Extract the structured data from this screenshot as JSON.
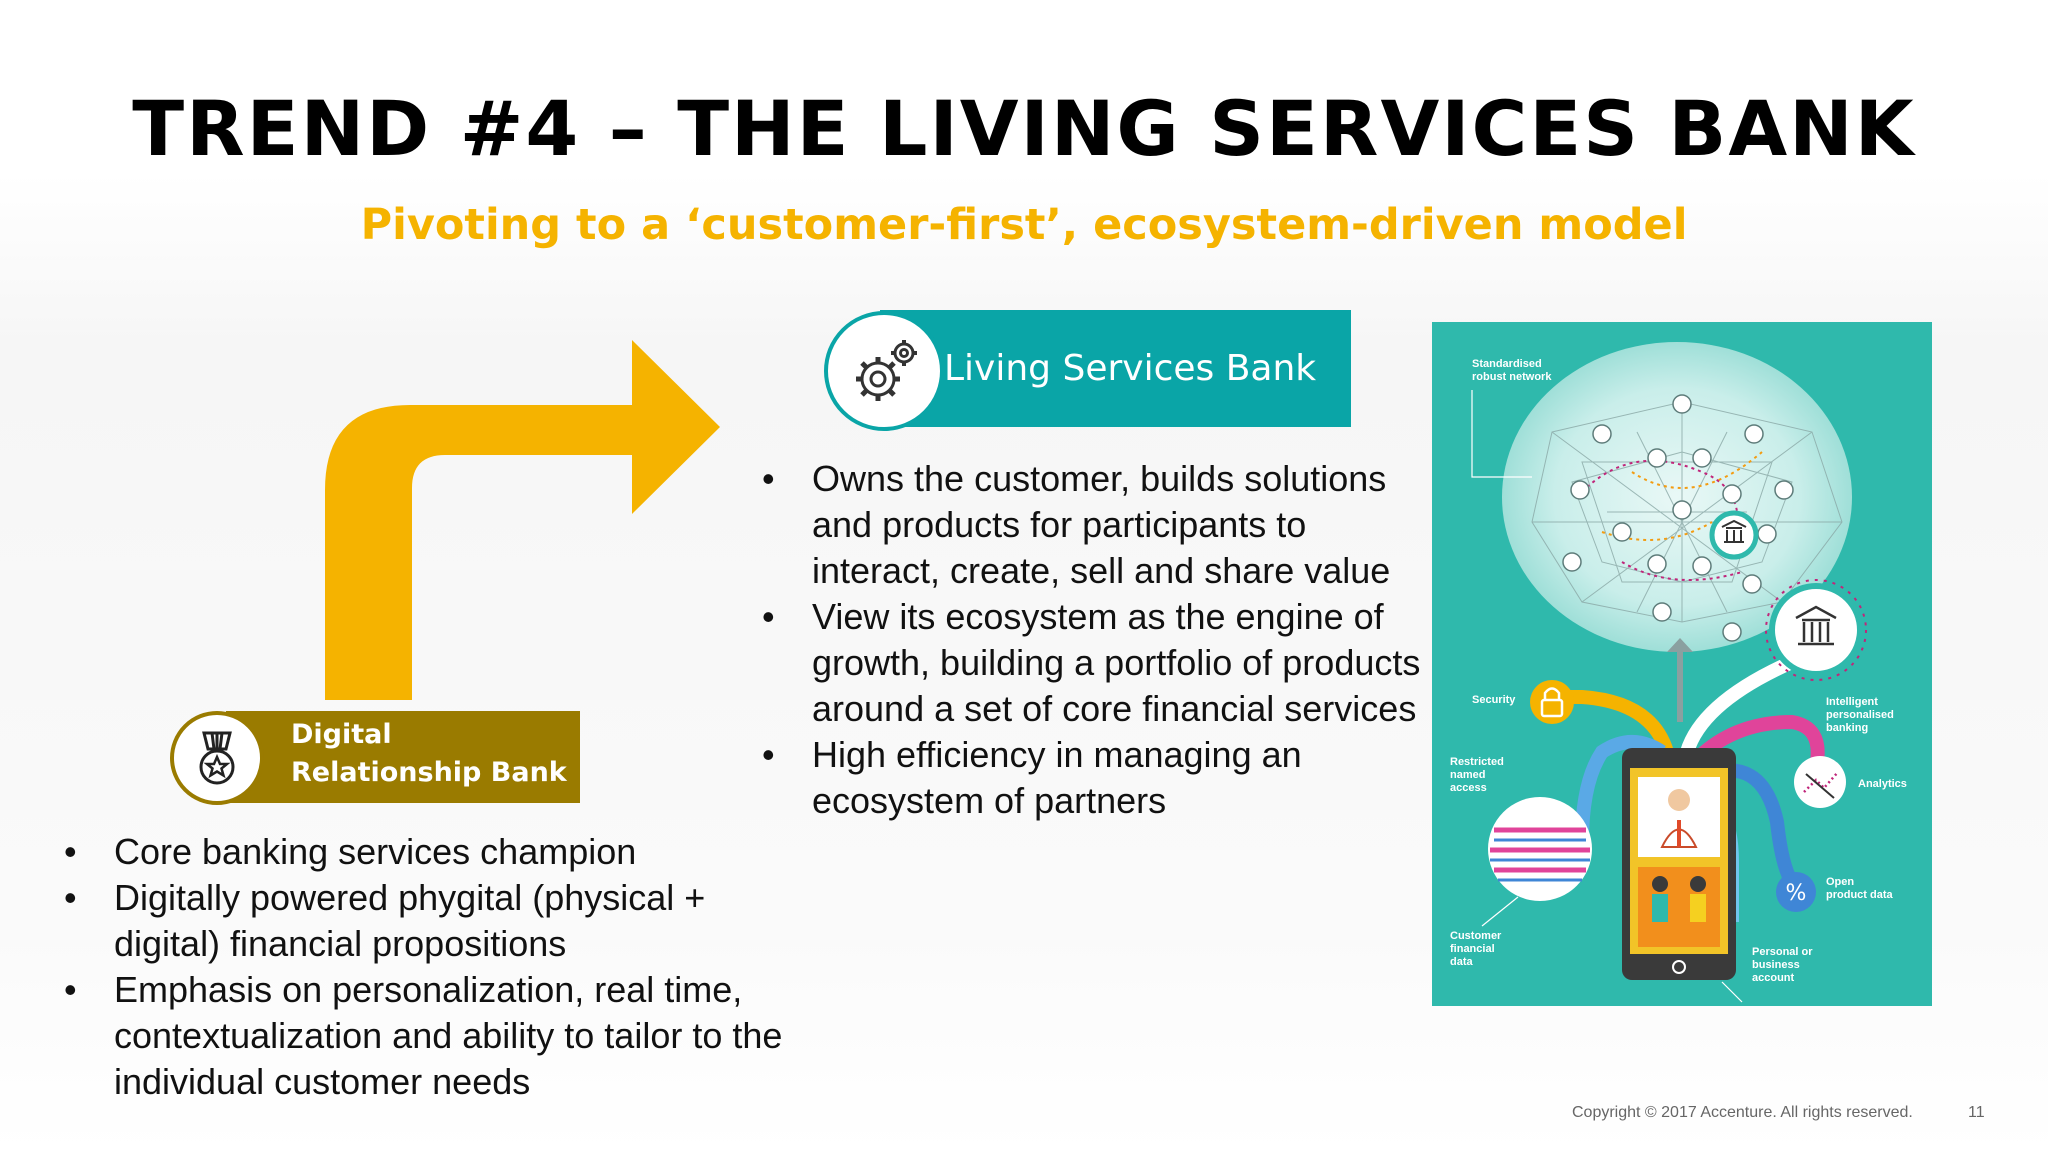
{
  "slide": {
    "title": "TREND #4 – THE LIVING SERVICES BANK",
    "subtitle": "Pivoting to a ‘customer-first’, ecosystem-driven model"
  },
  "colors": {
    "accent_yellow": "#f5b300",
    "teal": "#0aa5a7",
    "olive": "#9a7b00",
    "infographic_bg": "#2fb9ac"
  },
  "living_services_bank": {
    "label": "Living Services Bank",
    "icon": "gears-icon",
    "bullets": [
      "Owns the customer, builds solutions and products for participants to interact, create, sell and share value",
      "View its ecosystem as the engine of growth, building a portfolio of products around a set of core financial services",
      "High efficiency in managing an ecosystem of partners"
    ]
  },
  "digital_relationship_bank": {
    "label": "Digital Relationship Bank",
    "icon": "medal-icon",
    "bullets": [
      "Core banking services champion",
      "Digitally powered phygital (physical + digital) financial propositions",
      "Emphasis on personalization, real time, contextualization and ability to tailor to the individual customer needs"
    ]
  },
  "infographic": {
    "labels": {
      "network": "Standardised robust network",
      "security": "Security",
      "restricted": "Restricted named access",
      "customer_data": "Customer financial data",
      "intelligent": "Intelligent personalised banking",
      "analytics": "Analytics",
      "open_data": "Open product data",
      "personal_account": "Personal or business account"
    }
  },
  "footer": {
    "copyright": "Copyright © 2017 Accenture. All rights reserved.",
    "page": "11"
  }
}
